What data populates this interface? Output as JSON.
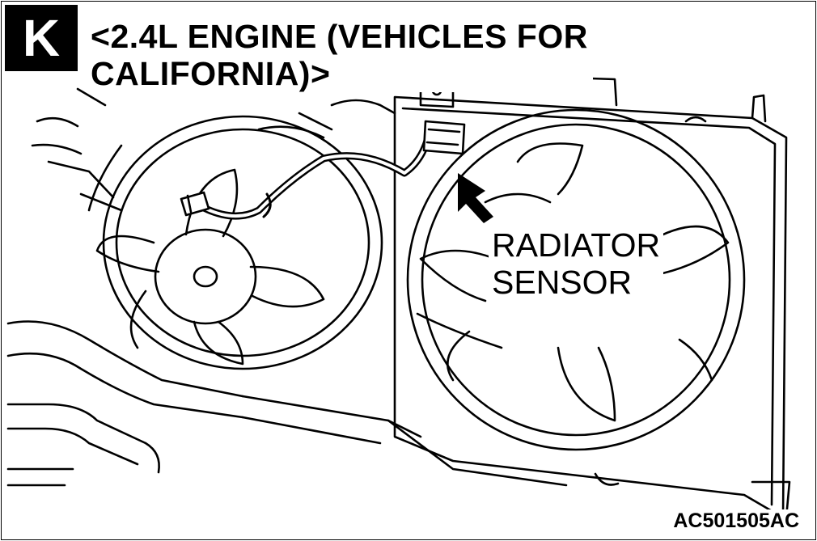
{
  "header": {
    "badge": "K",
    "title_line1": "<2.4L ENGINE (VEHICLES FOR",
    "title_line2": "CALIFORNIA)>"
  },
  "callout": {
    "line1": "RADIATOR",
    "line2": "SENSOR"
  },
  "figure_code": "AC501505AC",
  "icons": {
    "arrow": "pointer-arrow-icon",
    "sensor": "connector-icon"
  },
  "colors": {
    "line": "#000000",
    "background": "#ffffff"
  }
}
